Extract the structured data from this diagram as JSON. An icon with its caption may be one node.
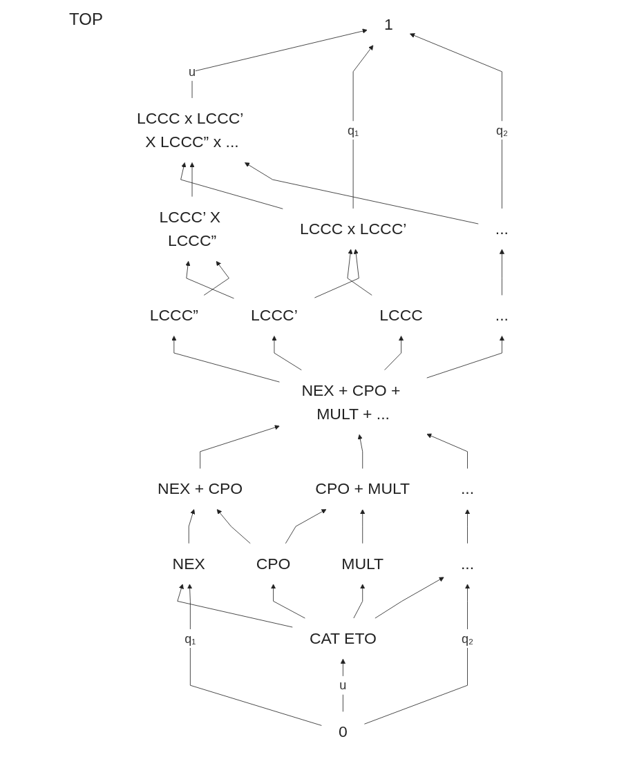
{
  "diagram": {
    "nodes": [
      {
        "text": [
          "1"
        ]
      },
      {
        "text": [
          "LCCC x LCCC’ X LCCC” x ..."
        ]
      },
      {
        "text": [
          "LCCC x LCCC’"
        ]
      },
      {
        "text": [
          "LCCC’ X LCCC”"
        ]
      },
      {
        "text": [
          "..."
        ]
      },
      {
        "text": [
          "LCCC"
        ]
      },
      {
        "text": [
          "LCCC’"
        ]
      },
      {
        "text": [
          "LCCC”"
        ]
      },
      {
        "text": [
          "..."
        ]
      },
      {
        "text": [
          "NEX + CPO + MULT + ..."
        ]
      },
      {
        "text": [
          "NEX + CPO"
        ]
      },
      {
        "text": [
          "CPO + MULT"
        ]
      },
      {
        "text": [
          "..."
        ]
      },
      {
        "text": [
          "NEX"
        ]
      },
      {
        "text": [
          "CPO"
        ]
      },
      {
        "text": [
          "MULT"
        ]
      },
      {
        "text": [
          "..."
        ]
      },
      {
        "text": [
          "CAT ETO"
        ]
      },
      {
        "text": [
          "0"
        ]
      }
    ],
    "edges": [
      {
        "from": 1,
        "to": 0,
        "arrow": "to",
        "label": "u"
      },
      {
        "from": 2,
        "to": 0,
        "arrow": "to",
        "label": "q₁"
      },
      {
        "from": 4,
        "to": 0,
        "arrow": "to",
        "label": "q₂"
      },
      {
        "from": 2,
        "to": 1,
        "arrow": "to"
      },
      {
        "from": 3,
        "to": 1,
        "arrow": "to"
      },
      {
        "from": 4,
        "to": 1,
        "arrow": "to"
      },
      {
        "from": 5,
        "to": 2,
        "arrow": "to"
      },
      {
        "from": 6,
        "to": 2,
        "arrow": "to"
      },
      {
        "from": 6,
        "to": 3,
        "arrow": "to"
      },
      {
        "from": 7,
        "to": 3,
        "arrow": "to"
      },
      {
        "from": 8,
        "to": 4,
        "arrow": "to"
      },
      {
        "from": 9,
        "to": 5,
        "arrow": "to"
      },
      {
        "from": 9,
        "to": 6,
        "arrow": "to"
      },
      {
        "from": 9,
        "to": 7,
        "arrow": "to"
      },
      {
        "from": 9,
        "to": 8,
        "arrow": "to"
      },
      {
        "from": 10,
        "to": 9,
        "arrow": "to"
      },
      {
        "from": 11,
        "to": 9,
        "arrow": "to"
      },
      {
        "from": 12,
        "to": 9,
        "arrow": "to"
      },
      {
        "from": 13,
        "to": 10,
        "arrow": "to"
      },
      {
        "from": 14,
        "to": 10,
        "arrow": "to"
      },
      {
        "from": 14,
        "to": 11,
        "arrow": "to"
      },
      {
        "from": 15,
        "to": 11,
        "arrow": "to"
      },
      {
        "from": 16,
        "to": 12,
        "arrow": "to"
      },
      {
        "from": 17,
        "to": 13,
        "arrow": "to"
      },
      {
        "from": 17,
        "to": 14,
        "arrow": "to"
      },
      {
        "from": 17,
        "to": 15,
        "arrow": "to"
      },
      {
        "from": 17,
        "to": 16,
        "arrow": "to"
      },
      {
        "from": 18,
        "to": 17,
        "arrow": "to",
        "label": "u"
      },
      {
        "from": 18,
        "to": 13,
        "arrow": "to",
        "label": "q₁"
      },
      {
        "from": 18,
        "to": 16,
        "arrow": "to",
        "label": "q₂"
      }
    ],
    "labels": [
      "TOP"
    ]
  }
}
